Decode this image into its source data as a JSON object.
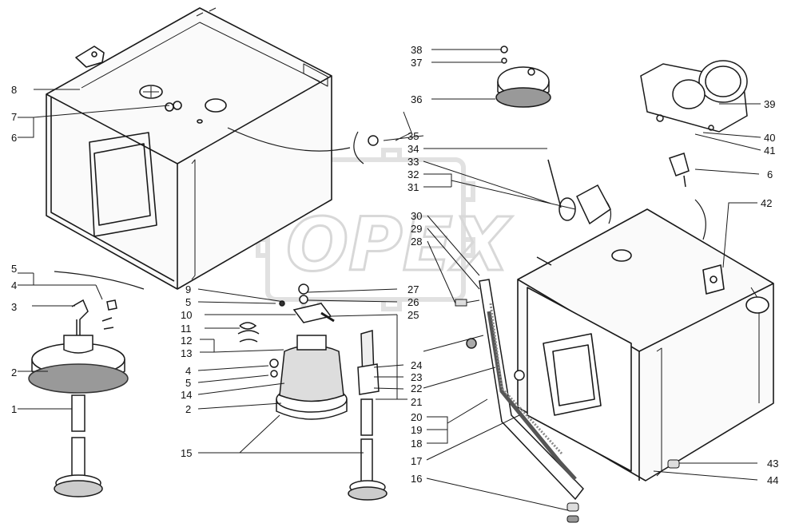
{
  "diagram": {
    "watermark": "OPEX",
    "part_numbers": [
      "1",
      "2",
      "3",
      "4",
      "5",
      "6",
      "7",
      "8",
      "9",
      "10",
      "11",
      "12",
      "13",
      "14",
      "15",
      "16",
      "17",
      "18",
      "19",
      "20",
      "21",
      "22",
      "23",
      "24",
      "25",
      "26",
      "27",
      "28",
      "29",
      "30",
      "31",
      "32",
      "33",
      "34",
      "35",
      "36",
      "37",
      "38",
      "39",
      "40",
      "41",
      "42",
      "43",
      "44"
    ]
  }
}
